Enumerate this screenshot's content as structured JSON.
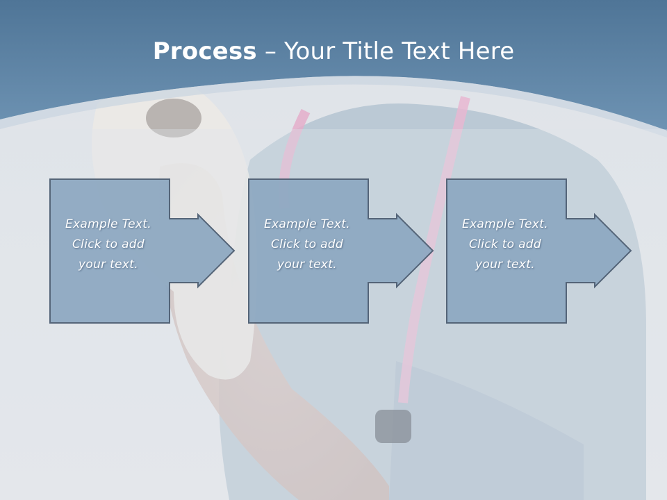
{
  "slide": {
    "title_bold": "Process",
    "title_rest": " – Your Title Text Here"
  },
  "steps": [
    {
      "lines": [
        "Example Text.",
        "Click  to add",
        "your text."
      ]
    },
    {
      "lines": [
        "Example Text.",
        "Click  to add",
        "your text."
      ]
    },
    {
      "lines": [
        "Example Text.",
        "Click  to add",
        "your text."
      ]
    }
  ],
  "colors": {
    "header": "#5f86a8",
    "box_fill": "#8fa9c2",
    "box_border": "#4e5f73"
  }
}
